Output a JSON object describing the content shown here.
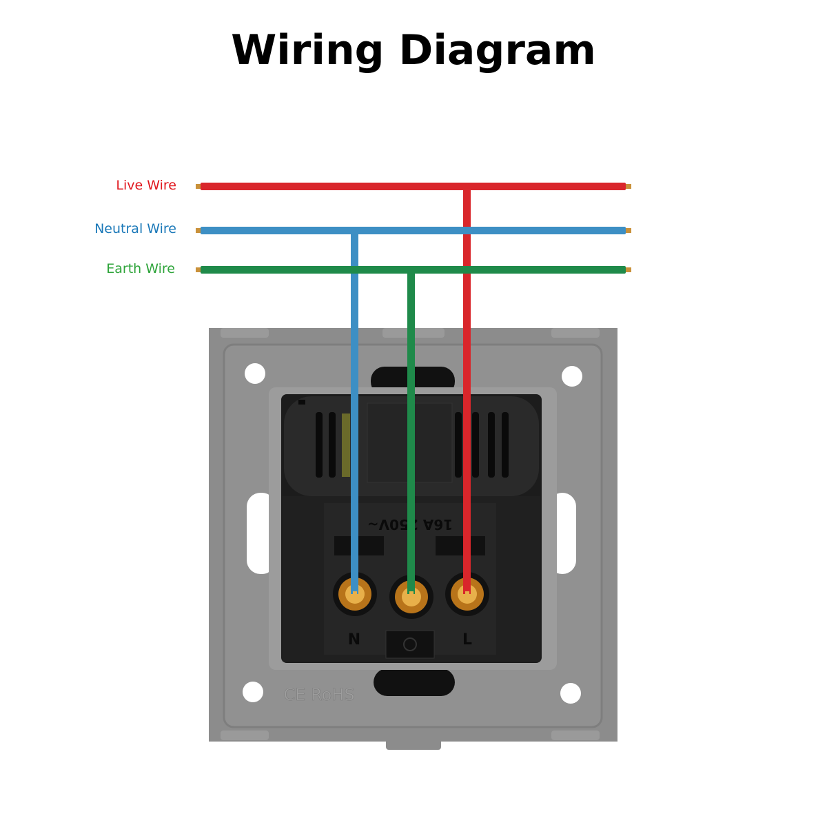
{
  "title": "Wiring Diagram",
  "wires": [
    {
      "label": "Live Wire",
      "color": "#d9262b",
      "terminal": "L"
    },
    {
      "label": "Neutral Wire",
      "color": "#3d8fc4",
      "terminal": "N"
    },
    {
      "label": "Earth Wire",
      "color": "#1f8a4a",
      "terminal": "earth"
    }
  ],
  "label_colors": {
    "live": "#e0161d",
    "neutral": "#1a78b8",
    "earth": "#2ea43a"
  },
  "socket": {
    "rating": "16A 250V~",
    "terminal_labels": {
      "neutral": "N",
      "live": "L"
    },
    "plate_marking": "CE RoHS",
    "plate_color": "#8c8c8c",
    "body_color": "#1c1c1c"
  }
}
